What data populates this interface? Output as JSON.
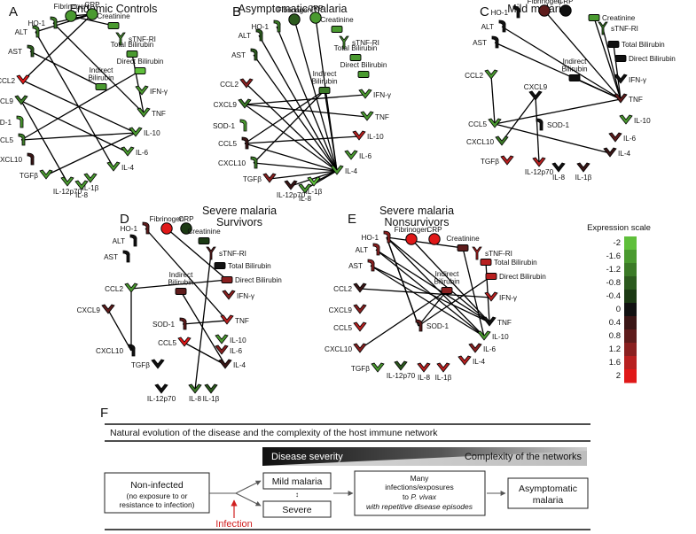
{
  "panel_f": {
    "letter": "F",
    "header": "Natural evolution of the disease and the complexity of the host immune network",
    "severity_label": "Disease severity",
    "complexity_label": "Complexity of the networks",
    "noninfected_title": "Non-infected",
    "noninfected_sub1": "(no exposure to or",
    "noninfected_sub2": "resistance to infection)",
    "infection_label": "Infection",
    "mild_label": "Mild malaria",
    "severe_label": "Severe",
    "exposure_line1": "Many",
    "exposure_line2": "infections/exposures",
    "exposure_line3_pre": "to ",
    "exposure_line3_it": "P. vivax",
    "exposure_line4": "with repetitive disease episodes",
    "asym_line1": "Asymptomatic",
    "asym_line2": "malaria"
  },
  "scale": {
    "title": "Expression scale",
    "ticks": [
      "-2",
      "-1.6",
      "-1.2",
      "-0.8",
      "-0.4",
      "0",
      "0.4",
      "0.8",
      "1.2",
      "1.6",
      "2"
    ],
    "colors": [
      "#5fbf3b",
      "#4a9a30",
      "#3b7a27",
      "#2c5a1e",
      "#1c3a14",
      "#111111",
      "#3a1616",
      "#5e1c1c",
      "#8a2020",
      "#b82020",
      "#e01818"
    ]
  },
  "panels": [
    {
      "letter": "A",
      "title": "Endemic Controls",
      "nodes": [
        {
          "id": "Fib",
          "label": "Fibrinogen",
          "color": "#4a9a30"
        },
        {
          "id": "CRP",
          "label": "CRP",
          "color": "#4a9a30"
        },
        {
          "id": "Crea",
          "label": "Creatinine",
          "color": "#4a9a30"
        },
        {
          "id": "HO1",
          "label": "HO-1",
          "color": "#3b7a27"
        },
        {
          "id": "sTNF",
          "label": "sTNF-RI",
          "color": "#4a9a30"
        },
        {
          "id": "ALT",
          "label": "ALT",
          "color": "#3b7a27"
        },
        {
          "id": "TBil",
          "label": "Total Bilirubin",
          "color": "#4a9a30"
        },
        {
          "id": "AST",
          "label": "AST",
          "color": "#2c5a1e"
        },
        {
          "id": "DBil",
          "label": "Direct Bilirubin",
          "color": "#5fbf3b"
        },
        {
          "id": "IBil",
          "label": "Indirect\nBilirubin",
          "color": "#4a9a30"
        },
        {
          "id": "IFN",
          "label": "IFN-γ",
          "color": "#4a9a30"
        },
        {
          "id": "CCL2",
          "label": "CCL2",
          "color": "#e01818"
        },
        {
          "id": "TNF",
          "label": "TNF",
          "color": "#4a9a30"
        },
        {
          "id": "CXCL9",
          "label": "CXCL9",
          "color": "#3b7a27"
        },
        {
          "id": "SOD1",
          "label": "SOD-1",
          "color": "#4a9a30"
        },
        {
          "id": "IL10",
          "label": "IL-10",
          "color": "#4a9a30"
        },
        {
          "id": "CCL5",
          "label": "CCL5",
          "color": "#3b7a27"
        },
        {
          "id": "IL6",
          "label": "IL-6",
          "color": "#4a9a30"
        },
        {
          "id": "CXCL10",
          "label": "CXCL10",
          "color": "#3a1616"
        },
        {
          "id": "IL4",
          "label": "IL-4",
          "color": "#4a9a30"
        },
        {
          "id": "TGFb",
          "label": "TGFβ",
          "color": "#4a9a30"
        },
        {
          "id": "IL1b",
          "label": "IL-1β",
          "color": "#4a9a30"
        },
        {
          "id": "IL12",
          "label": "IL-12p70",
          "color": "#4a9a30"
        },
        {
          "id": "IL8",
          "label": "IL-8",
          "color": "#4a9a30"
        }
      ],
      "edges": [
        [
          "Fib",
          "CRP"
        ],
        [
          "Fib",
          "Crea"
        ],
        [
          "CRP",
          "HO1"
        ],
        [
          "CRP",
          "ALT"
        ],
        [
          "CRP",
          "CCL2"
        ],
        [
          "HO1",
          "TNF"
        ],
        [
          "ALT",
          "IL4"
        ],
        [
          "AST",
          "IBil"
        ],
        [
          "CCL2",
          "IL10"
        ],
        [
          "CXCL9",
          "IL6"
        ],
        [
          "CXCL9",
          "IL12"
        ],
        [
          "CCL5",
          "IL10"
        ],
        [
          "CCL5",
          "DBil"
        ],
        [
          "TGFb",
          "IL10"
        ],
        [
          "TNF",
          "TBil"
        ]
      ]
    },
    {
      "letter": "B",
      "title": "Asymptomatic malaria",
      "nodes": [
        {
          "id": "Fib",
          "label": "Fibrinogen",
          "color": "#2c5a1e"
        },
        {
          "id": "CRP",
          "label": "CRP",
          "color": "#4a9a30"
        },
        {
          "id": "Crea",
          "label": "Creatinine",
          "color": "#4a9a30"
        },
        {
          "id": "HO1",
          "label": "HO-1",
          "color": "#3b7a27"
        },
        {
          "id": "sTNF",
          "label": "sTNF-RI",
          "color": "#4a9a30"
        },
        {
          "id": "ALT",
          "label": "ALT",
          "color": "#2c5a1e"
        },
        {
          "id": "TBil",
          "label": "Total Bilirubin",
          "color": "#4a9a30"
        },
        {
          "id": "AST",
          "label": "AST",
          "color": "#2c5a1e"
        },
        {
          "id": "DBil",
          "label": "Direct Bilirubin",
          "color": "#4a9a30"
        },
        {
          "id": "IBil",
          "label": "Indirect\nBilirubin",
          "color": "#3b7a27"
        },
        {
          "id": "IFN",
          "label": "IFN-γ",
          "color": "#4a9a30"
        },
        {
          "id": "CCL2",
          "label": "CCL2",
          "color": "#8a2020"
        },
        {
          "id": "TNF",
          "label": "TNF",
          "color": "#4a9a30"
        },
        {
          "id": "CXCL9",
          "label": "CXCL9",
          "color": "#3b7a27"
        },
        {
          "id": "SOD1",
          "label": "SOD-1",
          "color": "#4a9a30"
        },
        {
          "id": "IL10",
          "label": "IL-10",
          "color": "#b82020"
        },
        {
          "id": "CCL5",
          "label": "CCL5",
          "color": "#3a1616"
        },
        {
          "id": "IL6",
          "label": "IL-6",
          "color": "#4a9a30"
        },
        {
          "id": "CXCL10",
          "label": "CXCL10",
          "color": "#3b7a27"
        },
        {
          "id": "IL4",
          "label": "IL-4",
          "color": "#4a9a30"
        },
        {
          "id": "TGFb",
          "label": "TGFβ",
          "color": "#8a2020"
        },
        {
          "id": "IL1b",
          "label": "IL-1β",
          "color": "#5fbf3b"
        },
        {
          "id": "IL12",
          "label": "IL-12p70",
          "color": "#3a1616"
        },
        {
          "id": "IL8",
          "label": "IL-8",
          "color": "#4a9a30"
        }
      ],
      "edges": [
        [
          "Fib",
          "IL4"
        ],
        [
          "CRP",
          "IL4"
        ],
        [
          "HO1",
          "IL4"
        ],
        [
          "ALT",
          "IL4"
        ],
        [
          "AST",
          "IL4"
        ],
        [
          "IBil",
          "IL4"
        ],
        [
          "CXCL9",
          "IFN"
        ],
        [
          "CXCL9",
          "IL4"
        ],
        [
          "CXCL9",
          "TNF"
        ],
        [
          "CCL2",
          "IL4"
        ],
        [
          "CCL5",
          "IL4"
        ],
        [
          "CCL5",
          "IL10"
        ],
        [
          "CXCL10",
          "IL4"
        ],
        [
          "CXCL10",
          "IBil"
        ],
        [
          "TGFb",
          "IL4"
        ],
        [
          "IL12",
          "IL4"
        ],
        [
          "IL8",
          "IL4"
        ],
        [
          "IL1b",
          "IL4"
        ],
        [
          "CCL5",
          "IBil"
        ]
      ]
    },
    {
      "letter": "C",
      "title": "Mild malaria",
      "nodes": [
        {
          "id": "Fib",
          "label": "Fibrinogen",
          "color": "#5e1c1c"
        },
        {
          "id": "CRP",
          "label": "CRP",
          "color": "#111111"
        },
        {
          "id": "Crea",
          "label": "Creatinine",
          "color": "#4a9a30"
        },
        {
          "id": "HO1",
          "label": "HO-1",
          "color": "#111111"
        },
        {
          "id": "sTNF",
          "label": "sTNF-RI",
          "color": "#3b7a27"
        },
        {
          "id": "ALT",
          "label": "ALT",
          "color": "#111111"
        },
        {
          "id": "TBil",
          "label": "Total Bilirubin",
          "color": "#111111"
        },
        {
          "id": "AST",
          "label": "AST",
          "color": "#111111"
        },
        {
          "id": "DBil",
          "label": "Direct Bilirubin",
          "color": "#111111"
        },
        {
          "id": "IBil",
          "label": "Indirect\nBilirubin",
          "color": "#111111"
        },
        {
          "id": "IFN",
          "label": "IFN-γ",
          "color": "#111111"
        },
        {
          "id": "CCL2",
          "label": "CCL2",
          "color": "#4a9a30"
        },
        {
          "id": "TNF",
          "label": "TNF",
          "color": "#5e1c1c"
        },
        {
          "id": "CXCL9",
          "label": "CXCL9",
          "color": "#111111"
        },
        {
          "id": "SOD1",
          "label": "SOD-1",
          "color": "#111111"
        },
        {
          "id": "IL10",
          "label": "IL-10",
          "color": "#4a9a30"
        },
        {
          "id": "CCL5",
          "label": "CCL5",
          "color": "#4a9a30"
        },
        {
          "id": "IL6",
          "label": "IL-6",
          "color": "#5e1c1c"
        },
        {
          "id": "CXCL10",
          "label": "CXCL10",
          "color": "#3b7a27"
        },
        {
          "id": "IL4",
          "label": "IL-4",
          "color": "#3a1616"
        },
        {
          "id": "TGFb",
          "label": "TGFβ",
          "color": "#b82020"
        },
        {
          "id": "IL1b",
          "label": "IL-1β",
          "color": "#3a1616"
        },
        {
          "id": "IL12",
          "label": "IL-12p70",
          "color": "#b82020"
        },
        {
          "id": "IL8",
          "label": "IL-8",
          "color": "#111111"
        }
      ],
      "edges": [
        [
          "Fib",
          "TNF"
        ],
        [
          "Crea",
          "TNF"
        ],
        [
          "sTNF",
          "TNF"
        ],
        [
          "AST",
          "TNF"
        ],
        [
          "ALT",
          "TNF"
        ],
        [
          "CCL2",
          "CCL5"
        ],
        [
          "CCL5",
          "IL4"
        ],
        [
          "CCL5",
          "TNF"
        ],
        [
          "CXCL9",
          "IL12"
        ],
        [
          "CXCL9",
          "CXCL10"
        ],
        [
          "IBil",
          "TNF"
        ],
        [
          "TBil",
          "TNF"
        ]
      ]
    },
    {
      "letter": "D",
      "title": "Severe malaria\nSurvivors",
      "nodes": [
        {
          "id": "Fib",
          "label": "Fibrinogen",
          "color": "#e01818"
        },
        {
          "id": "CRP",
          "label": "CRP",
          "color": "#1c3a14"
        },
        {
          "id": "Crea",
          "label": "Creatinine",
          "color": "#1c3a14"
        },
        {
          "id": "HO1",
          "label": "HO-1",
          "color": "#5e1c1c"
        },
        {
          "id": "sTNF",
          "label": "sTNF-RI",
          "color": "#5e1c1c"
        },
        {
          "id": "ALT",
          "label": "ALT",
          "color": "#111111"
        },
        {
          "id": "TBil",
          "label": "Total Bilirubin",
          "color": "#111111"
        },
        {
          "id": "AST",
          "label": "AST",
          "color": "#111111"
        },
        {
          "id": "DBil",
          "label": "Direct Bilirubin",
          "color": "#8a2020"
        },
        {
          "id": "IBil",
          "label": "Indirect\nBilirubin",
          "color": "#5e1c1c"
        },
        {
          "id": "IFN",
          "label": "IFN-γ",
          "color": "#8a2020"
        },
        {
          "id": "CCL2",
          "label": "CCL2",
          "color": "#4a9a30"
        },
        {
          "id": "TNF",
          "label": "TNF",
          "color": "#b82020"
        },
        {
          "id": "CXCL9",
          "label": "CXCL9",
          "color": "#5e1c1c"
        },
        {
          "id": "SOD1",
          "label": "SOD-1",
          "color": "#5e1c1c"
        },
        {
          "id": "IL10",
          "label": "IL-10",
          "color": "#4a9a30"
        },
        {
          "id": "CCL5",
          "label": "CCL5",
          "color": "#e01818"
        },
        {
          "id": "IL6",
          "label": "IL-6",
          "color": "#8a2020"
        },
        {
          "id": "CXCL10",
          "label": "CXCL10",
          "color": "#111111"
        },
        {
          "id": "IL4",
          "label": "IL-4",
          "color": "#3a1616"
        },
        {
          "id": "TGFb",
          "label": "TGFβ",
          "color": "#111111"
        },
        {
          "id": "IL1b",
          "label": "IL-1β",
          "color": "#2c5a1e"
        },
        {
          "id": "IL12",
          "label": "IL-12p70",
          "color": "#111111"
        },
        {
          "id": "IL8",
          "label": "IL-8",
          "color": "#3b7a27"
        }
      ],
      "edges": [
        [
          "HO1",
          "TNF"
        ],
        [
          "Fib",
          "DBil"
        ],
        [
          "CCL2",
          "DBil"
        ],
        [
          "CCL2",
          "CXCL10"
        ],
        [
          "CCL5",
          "IL4"
        ],
        [
          "IBil",
          "IL4"
        ],
        [
          "IL8",
          "sTNF"
        ],
        [
          "SOD1",
          "TNF"
        ],
        [
          "CXCL9",
          "CXCL10"
        ]
      ]
    },
    {
      "letter": "E",
      "title": "Severe malaria\nNonsurvivors",
      "nodes": [
        {
          "id": "Fib",
          "label": "Fibrinogen",
          "color": "#e01818"
        },
        {
          "id": "CRP",
          "label": "CRP",
          "color": "#e01818"
        },
        {
          "id": "Crea",
          "label": "Creatinine",
          "color": "#5e1c1c"
        },
        {
          "id": "HO1",
          "label": "HO-1",
          "color": "#8a2020"
        },
        {
          "id": "sTNF",
          "label": "sTNF-RI",
          "color": "#b82020"
        },
        {
          "id": "ALT",
          "label": "ALT",
          "color": "#8a2020"
        },
        {
          "id": "TBil",
          "label": "Total Bilirubin",
          "color": "#b82020"
        },
        {
          "id": "AST",
          "label": "AST",
          "color": "#8a2020"
        },
        {
          "id": "DBil",
          "label": "Direct Bilirubin",
          "color": "#b82020"
        },
        {
          "id": "IBil",
          "label": "Indirect\nBilirubin",
          "color": "#8a2020"
        },
        {
          "id": "IFN",
          "label": "IFN-γ",
          "color": "#b82020"
        },
        {
          "id": "CCL2",
          "label": "CCL2",
          "color": "#3a1616"
        },
        {
          "id": "TNF",
          "label": "TNF",
          "color": "#111111"
        },
        {
          "id": "CXCL9",
          "label": "CXCL9",
          "color": "#8a2020"
        },
        {
          "id": "SOD1",
          "label": "SOD-1",
          "color": "#5e1c1c"
        },
        {
          "id": "IL10",
          "label": "IL-10",
          "color": "#4a9a30"
        },
        {
          "id": "CCL5",
          "label": "CCL5",
          "color": "#b82020"
        },
        {
          "id": "IL6",
          "label": "IL-6",
          "color": "#8a2020"
        },
        {
          "id": "CXCL10",
          "label": "CXCL10",
          "color": "#8a2020"
        },
        {
          "id": "IL4",
          "label": "IL-4",
          "color": "#b82020"
        },
        {
          "id": "TGFb",
          "label": "TGFβ",
          "color": "#4a9a30"
        },
        {
          "id": "IL1b",
          "label": "IL-1β",
          "color": "#b82020"
        },
        {
          "id": "IL12",
          "label": "IL-12p70",
          "color": "#2c5a1e"
        },
        {
          "id": "IL8",
          "label": "IL-8",
          "color": "#b82020"
        }
      ],
      "edges": [
        [
          "HO1",
          "Crea"
        ],
        [
          "HO1",
          "IL10"
        ],
        [
          "HO1",
          "TNF"
        ],
        [
          "HO1",
          "SOD1"
        ],
        [
          "ALT",
          "TNF"
        ],
        [
          "ALT",
          "IL10"
        ],
        [
          "AST",
          "TNF"
        ],
        [
          "AST",
          "IL10"
        ],
        [
          "CCL2",
          "IFN"
        ],
        [
          "Crea",
          "IL10"
        ],
        [
          "IBil",
          "SOD1"
        ],
        [
          "IBil",
          "CXCL10"
        ],
        [
          "SOD1",
          "DBil"
        ],
        [
          "SOD1",
          "HO1"
        ],
        [
          "TBil",
          "TNF"
        ],
        [
          "Fib",
          "TNF"
        ]
      ]
    }
  ]
}
